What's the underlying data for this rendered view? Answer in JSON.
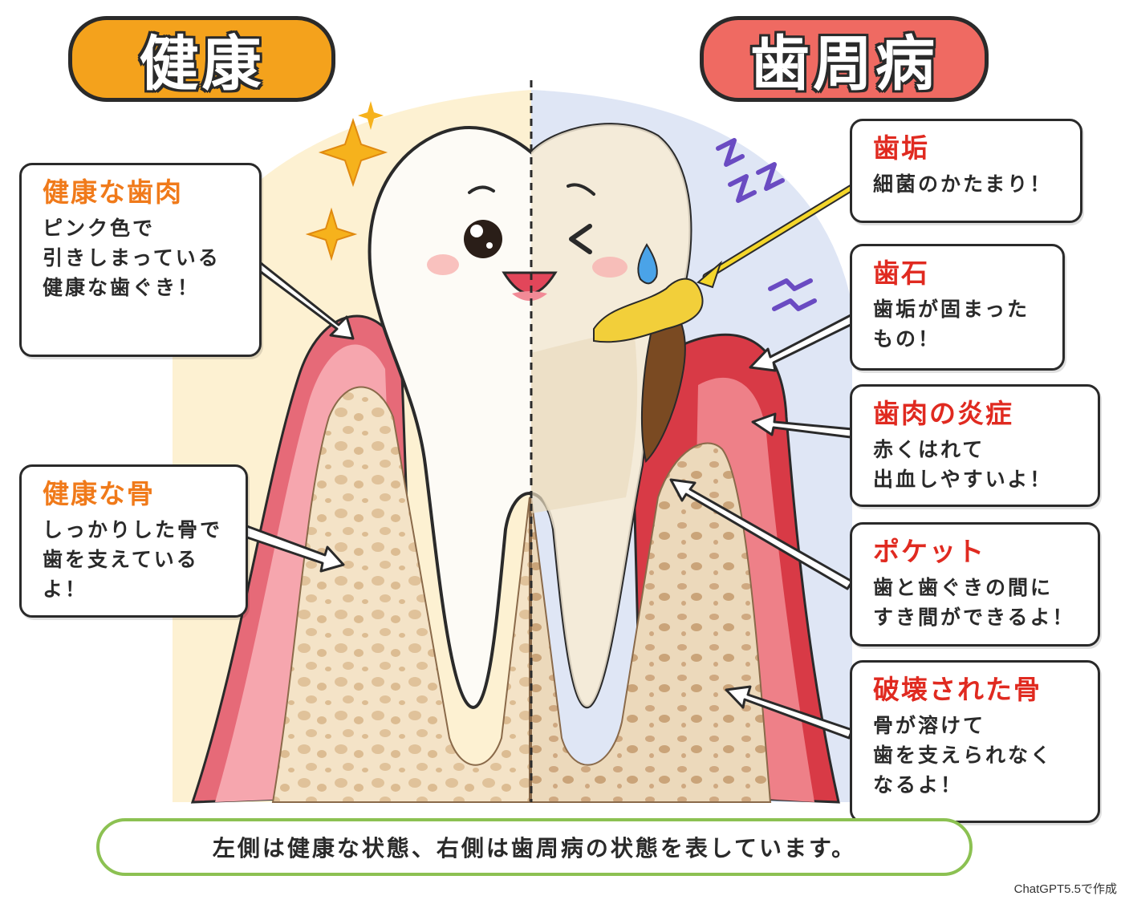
{
  "titles": {
    "healthy": "健康",
    "disease": "歯周病"
  },
  "callouts": {
    "gum_healthy": {
      "title": "健康な歯肉",
      "body": "ピンク色で\n引きしまっている\n健康な歯ぐき！"
    },
    "bone_healthy": {
      "title": "健康な骨",
      "body": "しっかりした骨で\n歯を支えているよ！"
    },
    "plaque": {
      "title": "歯垢",
      "body": "細菌のかたまり！"
    },
    "tartar": {
      "title": "歯石",
      "body": "歯垢が固まった\nもの！"
    },
    "inflammation": {
      "title": "歯肉の炎症",
      "body": "赤くはれて\n出血しやすいよ！"
    },
    "pocket": {
      "title": "ポケット",
      "body": "歯と歯ぐきの間に\nすき間ができるよ！"
    },
    "bone_destroyed": {
      "title": "破壊された骨",
      "body": "骨が溶けて\n歯を支えられなく\nなるよ！"
    }
  },
  "caption": "左側は健康な状態、右側は歯周病の状態を表しています。",
  "credit": "ChatGPT5.5で作成",
  "colors": {
    "healthy_accent": "#f4a21c",
    "disease_accent": "#ef6a62",
    "healthy_label": "#f07a1a",
    "disease_label": "#e02a20",
    "caption_border": "#8cc152"
  }
}
